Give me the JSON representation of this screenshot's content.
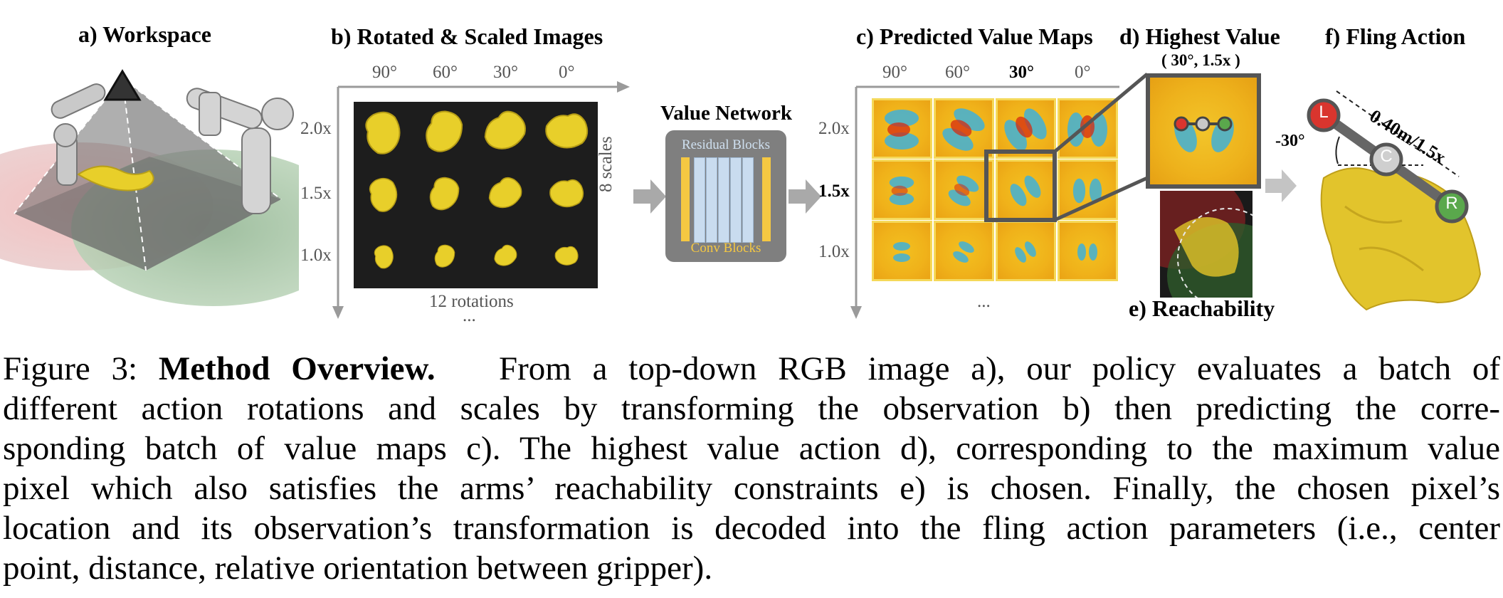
{
  "panels": {
    "a": "a) Workspace",
    "b": "b) Rotated & Scaled Images",
    "c": "c) Predicted Value Maps",
    "d": "d) Highest Value",
    "d_coords": "( 30°, 1.5x )",
    "e": "e) Reachability",
    "f": "f) Fling Action"
  },
  "rotations": [
    "90°",
    "60°",
    "30°",
    "0°"
  ],
  "scales": [
    "2.0x",
    "1.5x",
    "1.0x"
  ],
  "highlight": {
    "rotation": "30°",
    "scale": "1.5x"
  },
  "rotations_caption": "12 rotations",
  "scales_caption": "8 scales",
  "ellipsis": "...",
  "network": {
    "title": "Value Network",
    "residual_label": "Residual Blocks",
    "conv_label": "Conv Blocks"
  },
  "fling": {
    "distance_label": "0.40m/1.5x",
    "angle_label": "-30°",
    "left_gripper": "L",
    "center": "C",
    "right_gripper": "R"
  },
  "colors": {
    "cloth": "#e8cf2a",
    "value_high": "#d62a10",
    "value_low": "#3fb0d8",
    "value_mid": "#f0b21a",
    "left_gripper": "#d9352e",
    "right_gripper": "#5aa84c",
    "center": "#c8c8c8",
    "network": "#7f7f7f"
  },
  "caption": {
    "label": "Figure 3:",
    "title": "Method Overview.",
    "lines": [
      "From a top-down RGB image a), our policy evaluates a batch of",
      "different action rotations and scales by transforming the observation b) then predicting the corre-",
      "sponding batch of value maps c). The highest value action d), corresponding to the maximum value",
      "pixel which also satisfies the arms’ reachability constraints e) is chosen. Finally, the chosen pixel’s",
      "location and its observation’s transformation is decoded into the fling action parameters (i.e., center",
      "point, distance, relative orientation between gripper)."
    ]
  }
}
